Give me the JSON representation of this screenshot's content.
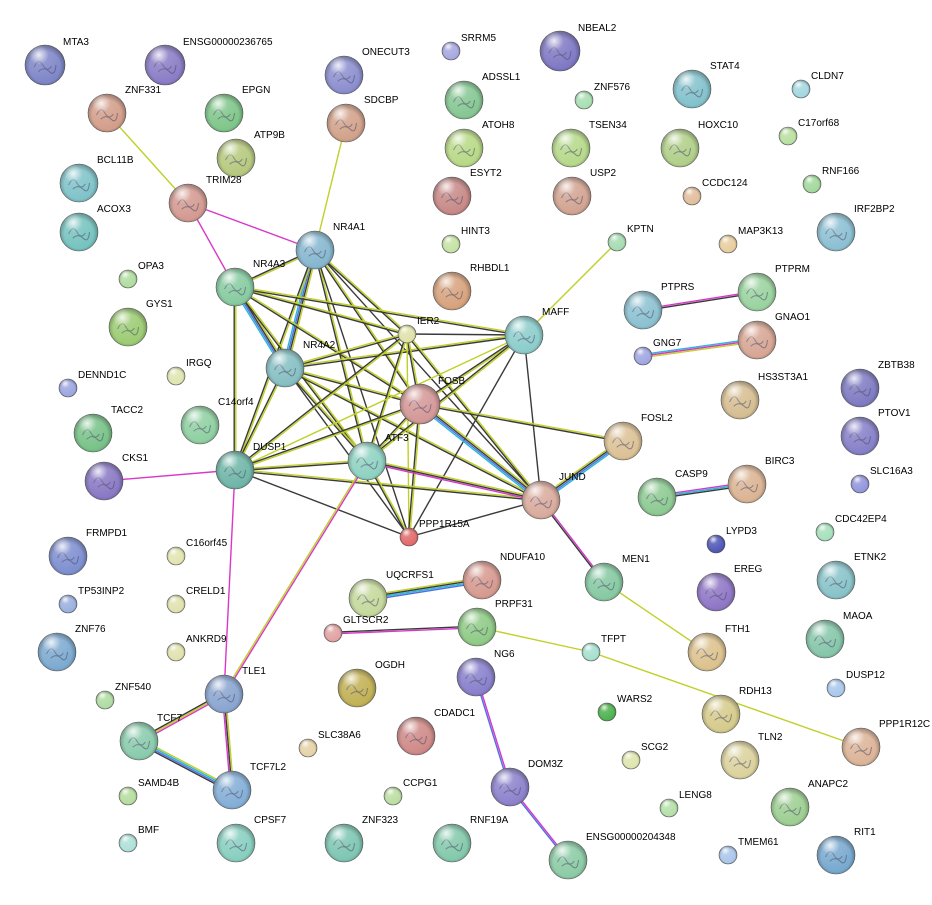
{
  "network": {
    "nodes": [
      {
        "id": "MTA3",
        "label": "MTA3",
        "color": "#7e86c8"
      },
      {
        "id": "ENSG00000236765",
        "label": "ENSG00000236765",
        "color": "#8b7cc6"
      },
      {
        "id": "ONECUT3",
        "label": "ONECUT3",
        "color": "#8c8fcf"
      },
      {
        "id": "SRRM5",
        "label": "SRRM5",
        "color": "#a7a8e0"
      },
      {
        "id": "NBEAL2",
        "label": "NBEAL2",
        "color": "#7f79c4"
      },
      {
        "id": "ZNF331",
        "label": "ZNF331",
        "color": "#d39e8a"
      },
      {
        "id": "EPGN",
        "label": "EPGN",
        "color": "#7fc68a"
      },
      {
        "id": "SDCBP",
        "label": "SDCBP",
        "color": "#d2a28a"
      },
      {
        "id": "ADSSL1",
        "label": "ADSSL1",
        "color": "#86c793"
      },
      {
        "id": "ZNF576",
        "label": "ZNF576",
        "color": "#a9dfb3"
      },
      {
        "id": "STAT4",
        "label": "STAT4",
        "color": "#83c2cc"
      },
      {
        "id": "CLDN7",
        "label": "CLDN7",
        "color": "#a4d7e0"
      },
      {
        "id": "ATP9B",
        "label": "ATP9B",
        "color": "#b6c97e"
      },
      {
        "id": "ATOH8",
        "label": "ATOH8",
        "color": "#b8d987"
      },
      {
        "id": "TSEN34",
        "label": "TSEN34",
        "color": "#b6d98b"
      },
      {
        "id": "HOXC10",
        "label": "HOXC10",
        "color": "#b1cf89"
      },
      {
        "id": "C17orf68",
        "label": "C17orf68",
        "color": "#b9e0a0"
      },
      {
        "id": "BCL11B",
        "label": "BCL11B",
        "color": "#7fc3c9"
      },
      {
        "id": "TRIM28",
        "label": "TRIM28",
        "color": "#d39a91"
      },
      {
        "id": "ESYT2",
        "label": "ESYT2",
        "color": "#c78a87"
      },
      {
        "id": "USP2",
        "label": "USP2",
        "color": "#d2a492"
      },
      {
        "id": "CCDC124",
        "label": "CCDC124",
        "color": "#e2be9c"
      },
      {
        "id": "RNF166",
        "label": "RNF166",
        "color": "#a2d99b"
      },
      {
        "id": "ACOX3",
        "label": "ACOX3",
        "color": "#76c3bf"
      },
      {
        "id": "NR4A1",
        "label": "NR4A1",
        "color": "#86b7cf"
      },
      {
        "id": "HINT3",
        "label": "HINT3",
        "color": "#c5e3a5"
      },
      {
        "id": "KPTN",
        "label": "KPTN",
        "color": "#a6dcb2"
      },
      {
        "id": "MAP3K13",
        "label": "MAP3K13",
        "color": "#e8cd9f"
      },
      {
        "id": "IRF2BP2",
        "label": "IRF2BP2",
        "color": "#8cc0d3"
      },
      {
        "id": "OPA3",
        "label": "OPA3",
        "color": "#b0dda0"
      },
      {
        "id": "NR4A3",
        "label": "NR4A3",
        "color": "#87cba1"
      },
      {
        "id": "RHBDL1",
        "label": "RHBDL1",
        "color": "#d7a37d"
      },
      {
        "id": "GYS1",
        "label": "GYS1",
        "color": "#9ccc73"
      },
      {
        "id": "IER2",
        "label": "IER2",
        "color": "#dfe2a9"
      },
      {
        "id": "MAFF",
        "label": "MAFF",
        "color": "#8ccdcb"
      },
      {
        "id": "PTPRS",
        "label": "PTPRS",
        "color": "#8cc1d1"
      },
      {
        "id": "PTPRM",
        "label": "PTPRM",
        "color": "#9ad39f"
      },
      {
        "id": "GNAO1",
        "label": "GNAO1",
        "color": "#d7a694"
      },
      {
        "id": "GNG7",
        "label": "GNG7",
        "color": "#a0a6e2"
      },
      {
        "id": "NR4A2",
        "label": "NR4A2",
        "color": "#86bfc3"
      },
      {
        "id": "DENND1C",
        "label": "DENND1C",
        "color": "#9da7e0"
      },
      {
        "id": "IRGQ",
        "label": "IRGQ",
        "color": "#e0e5b1"
      },
      {
        "id": "FOSB",
        "label": "FOSB",
        "color": "#d49898"
      },
      {
        "id": "HS3ST3A1",
        "label": "HS3ST3A1",
        "color": "#d6be92"
      },
      {
        "id": "ZBTB38",
        "label": "ZBTB38",
        "color": "#7f7bc2"
      },
      {
        "id": "C14orf4",
        "label": "C14orf4",
        "color": "#8fd0a2"
      },
      {
        "id": "TACC2",
        "label": "TACC2",
        "color": "#78c289"
      },
      {
        "id": "PTOV1",
        "label": "PTOV1",
        "color": "#8680c8"
      },
      {
        "id": "FOSL2",
        "label": "FOSL2",
        "color": "#dcc196"
      },
      {
        "id": "DUSP1",
        "label": "DUSP1",
        "color": "#6fb6a8"
      },
      {
        "id": "ATF3",
        "label": "ATF3",
        "color": "#8fd2c2"
      },
      {
        "id": "CKS1",
        "label": "CKS1",
        "color": "#8978c4"
      },
      {
        "id": "JUND",
        "label": "JUND",
        "color": "#d9ab9d"
      },
      {
        "id": "CASP9",
        "label": "CASP9",
        "color": "#8dca92"
      },
      {
        "id": "BIRC3",
        "label": "BIRC3",
        "color": "#dbb494"
      },
      {
        "id": "SLC16A3",
        "label": "SLC16A3",
        "color": "#9296dc"
      },
      {
        "id": "PPP1R15A",
        "label": "PPP1R15A",
        "color": "#e26b6b"
      },
      {
        "id": "FRMPD1",
        "label": "FRMPD1",
        "color": "#7e8fd0"
      },
      {
        "id": "C16orf45",
        "label": "C16orf45",
        "color": "#e2e5b0"
      },
      {
        "id": "NDUFA10",
        "label": "NDUFA10",
        "color": "#d69a8f"
      },
      {
        "id": "LYPD3",
        "label": "LYPD3",
        "color": "#4f57b8"
      },
      {
        "id": "CDC42EP4",
        "label": "CDC42EP4",
        "color": "#a6e0bb"
      },
      {
        "id": "UQCRFS1",
        "label": "UQCRFS1",
        "color": "#c5d99c"
      },
      {
        "id": "MEN1",
        "label": "MEN1",
        "color": "#86c9a2"
      },
      {
        "id": "EREG",
        "label": "EREG",
        "color": "#8f76c6"
      },
      {
        "id": "ETNK2",
        "label": "ETNK2",
        "color": "#88c3c9"
      },
      {
        "id": "TP53INP2",
        "label": "TP53INP2",
        "color": "#9ab0e0"
      },
      {
        "id": "CRELD1",
        "label": "CRELD1",
        "color": "#e0e2ae"
      },
      {
        "id": "ZNF76",
        "label": "ZNF76",
        "color": "#7daad0"
      },
      {
        "id": "GLTSCR2",
        "label": "GLTSCR2",
        "color": "#e2a2a2"
      },
      {
        "id": "PRPF31",
        "label": "PRPF31",
        "color": "#8fcb86"
      },
      {
        "id": "MAOA",
        "label": "MAOA",
        "color": "#86c6aa"
      },
      {
        "id": "TFPT",
        "label": "TFPT",
        "color": "#a6e0cf"
      },
      {
        "id": "FTH1",
        "label": "FTH1",
        "color": "#dcc28e"
      },
      {
        "id": "ANKRD9",
        "label": "ANKRD9",
        "color": "#e0e2ae"
      },
      {
        "id": "NG6",
        "label": "NG6",
        "color": "#8880cc"
      },
      {
        "id": "OGDH",
        "label": "OGDH",
        "color": "#c2b155"
      },
      {
        "id": "DUSP12",
        "label": "DUSP12",
        "color": "#a9c8ec"
      },
      {
        "id": "TLE1",
        "label": "TLE1",
        "color": "#8aa5d0"
      },
      {
        "id": "ZNF540",
        "label": "ZNF540",
        "color": "#afdca2"
      },
      {
        "id": "WARS2",
        "label": "WARS2",
        "color": "#4db24d"
      },
      {
        "id": "RDH13",
        "label": "RDH13",
        "color": "#d6cb8c"
      },
      {
        "id": "PPP1R12C",
        "label": "PPP1R12C",
        "color": "#dcb498"
      },
      {
        "id": "CDADC1",
        "label": "CDADC1",
        "color": "#cf8a88"
      },
      {
        "id": "TCF7",
        "label": "TCF7",
        "color": "#8acbac"
      },
      {
        "id": "SLC38A6",
        "label": "SLC38A6",
        "color": "#e6d2a9"
      },
      {
        "id": "DOM3Z",
        "label": "DOM3Z",
        "color": "#8c82cc"
      },
      {
        "id": "SCG2",
        "label": "SCG2",
        "color": "#dfe5ad"
      },
      {
        "id": "TLN2",
        "label": "TLN2",
        "color": "#dbd29d"
      },
      {
        "id": "ANAPC2",
        "label": "ANAPC2",
        "color": "#9dcf92"
      },
      {
        "id": "TCF7L2",
        "label": "TCF7L2",
        "color": "#84aed6"
      },
      {
        "id": "SAMD4B",
        "label": "SAMD4B",
        "color": "#b6dd9f"
      },
      {
        "id": "CCPG1",
        "label": "CCPG1",
        "color": "#bcdea2"
      },
      {
        "id": "LENG8",
        "label": "LENG8",
        "color": "#b5e0a8"
      },
      {
        "id": "BMF",
        "label": "BMF",
        "color": "#aee1d9"
      },
      {
        "id": "CPSF7",
        "label": "CPSF7",
        "color": "#88cfc0"
      },
      {
        "id": "ZNF323",
        "label": "ZNF323",
        "color": "#7ec6b3"
      },
      {
        "id": "RNF19A",
        "label": "RNF19A",
        "color": "#84c9ac"
      },
      {
        "id": "ENSG00000204348",
        "label": "ENSG00000204348",
        "color": "#8ccba5"
      },
      {
        "id": "TMEM61",
        "label": "TMEM61",
        "color": "#abc6ea"
      },
      {
        "id": "RIT1",
        "label": "RIT1",
        "color": "#78a9cf"
      }
    ],
    "edges": [
      {
        "source": "ZNF331",
        "target": "TRIM28",
        "colors": [
          "#c0d028"
        ]
      },
      {
        "source": "TRIM28",
        "target": "NR4A1",
        "colors": [
          "#d838c8"
        ]
      },
      {
        "source": "TRIM28",
        "target": "NR4A3",
        "colors": [
          "#d838c8"
        ]
      },
      {
        "source": "SDCBP",
        "target": "NR4A1",
        "colors": [
          "#c0d028"
        ]
      },
      {
        "source": "KPTN",
        "target": "MAFF",
        "colors": [
          "#c0d028"
        ]
      },
      {
        "source": "NR4A1",
        "target": "NR4A3",
        "colors": [
          "#c0d028",
          "#3a3a3a"
        ]
      },
      {
        "source": "NR4A1",
        "target": "NR4A2",
        "colors": [
          "#c0d028",
          "#3a3a3a",
          "#5070e0",
          "#28b8d8"
        ]
      },
      {
        "source": "NR4A1",
        "target": "DUSP1",
        "colors": [
          "#c0d028",
          "#3a3a3a"
        ]
      },
      {
        "source": "NR4A1",
        "target": "ATF3",
        "colors": [
          "#c0d028",
          "#3a3a3a"
        ]
      },
      {
        "source": "NR4A1",
        "target": "FOSB",
        "colors": [
          "#c0d028",
          "#3a3a3a"
        ]
      },
      {
        "source": "NR4A1",
        "target": "IER2",
        "colors": [
          "#c0d028",
          "#3a3a3a"
        ]
      },
      {
        "source": "NR4A1",
        "target": "JUND",
        "colors": [
          "#3a3a3a"
        ]
      },
      {
        "source": "NR4A1",
        "target": "PPP1R15A",
        "colors": [
          "#3a3a3a"
        ]
      },
      {
        "source": "NR4A3",
        "target": "NR4A2",
        "colors": [
          "#c0d028",
          "#3a3a3a",
          "#5070e0",
          "#28b8d8"
        ]
      },
      {
        "source": "NR4A3",
        "target": "DUSP1",
        "colors": [
          "#c0d028",
          "#3a3a3a"
        ]
      },
      {
        "source": "NR4A3",
        "target": "ATF3",
        "colors": [
          "#c0d028",
          "#3a3a3a"
        ]
      },
      {
        "source": "NR4A3",
        "target": "FOSB",
        "colors": [
          "#c0d028",
          "#3a3a3a"
        ]
      },
      {
        "source": "NR4A3",
        "target": "IER2",
        "colors": [
          "#c0d028",
          "#3a3a3a"
        ]
      },
      {
        "source": "NR4A3",
        "target": "MAFF",
        "colors": [
          "#c0d028",
          "#3a3a3a"
        ]
      },
      {
        "source": "NR4A2",
        "target": "DUSP1",
        "colors": [
          "#c0d028",
          "#3a3a3a"
        ]
      },
      {
        "source": "NR4A2",
        "target": "ATF3",
        "colors": [
          "#c0d028",
          "#3a3a3a"
        ]
      },
      {
        "source": "NR4A2",
        "target": "FOSB",
        "colors": [
          "#c0d028",
          "#3a3a3a"
        ]
      },
      {
        "source": "NR4A2",
        "target": "IER2",
        "colors": [
          "#c0d028",
          "#3a3a3a"
        ]
      },
      {
        "source": "NR4A2",
        "target": "JUND",
        "colors": [
          "#c0d028",
          "#3a3a3a"
        ]
      },
      {
        "source": "NR4A2",
        "target": "MAFF",
        "colors": [
          "#c0d028",
          "#3a3a3a"
        ]
      },
      {
        "source": "NR4A2",
        "target": "PPP1R15A",
        "colors": [
          "#3a3a3a"
        ]
      },
      {
        "source": "IER2",
        "target": "MAFF",
        "colors": [
          "#3a3a3a"
        ]
      },
      {
        "source": "IER2",
        "target": "FOSB",
        "colors": [
          "#c0d028",
          "#3a3a3a"
        ]
      },
      {
        "source": "IER2",
        "target": "ATF3",
        "colors": [
          "#c0d028",
          "#3a3a3a"
        ]
      },
      {
        "source": "IER2",
        "target": "DUSP1",
        "colors": [
          "#c0d028",
          "#3a3a3a"
        ]
      },
      {
        "source": "IER2",
        "target": "JUND",
        "colors": [
          "#c0d028",
          "#3a3a3a"
        ]
      },
      {
        "source": "IER2",
        "target": "PPP1R15A",
        "colors": [
          "#c0d028"
        ]
      },
      {
        "source": "MAFF",
        "target": "FOSB",
        "colors": [
          "#c0d028",
          "#3a3a3a"
        ]
      },
      {
        "source": "MAFF",
        "target": "ATF3",
        "colors": [
          "#c0d028",
          "#3a3a3a"
        ]
      },
      {
        "source": "MAFF",
        "target": "JUND",
        "colors": [
          "#3a3a3a"
        ]
      },
      {
        "source": "MAFF",
        "target": "DUSP1",
        "colors": [
          "#c0d028"
        ]
      },
      {
        "source": "MAFF",
        "target": "PPP1R15A",
        "colors": [
          "#3a3a3a"
        ]
      },
      {
        "source": "FOSB",
        "target": "DUSP1",
        "colors": [
          "#c0d028",
          "#3a3a3a"
        ]
      },
      {
        "source": "FOSB",
        "target": "ATF3",
        "colors": [
          "#c0d028",
          "#3a3a3a"
        ]
      },
      {
        "source": "FOSB",
        "target": "JUND",
        "colors": [
          "#c0d028",
          "#3a3a3a",
          "#5070e0",
          "#28b8d8"
        ]
      },
      {
        "source": "FOSB",
        "target": "FOSL2",
        "colors": [
          "#c0d028",
          "#3a3a3a"
        ]
      },
      {
        "source": "FOSB",
        "target": "PPP1R15A",
        "colors": [
          "#c0d028",
          "#3a3a3a"
        ]
      },
      {
        "source": "DUSP1",
        "target": "ATF3",
        "colors": [
          "#c0d028",
          "#3a3a3a"
        ]
      },
      {
        "source": "DUSP1",
        "target": "JUND",
        "colors": [
          "#c0d028",
          "#3a3a3a"
        ]
      },
      {
        "source": "DUSP1",
        "target": "PPP1R15A",
        "colors": [
          "#3a3a3a"
        ]
      },
      {
        "source": "DUSP1",
        "target": "CKS1",
        "colors": [
          "#d838c8"
        ]
      },
      {
        "source": "DUSP1",
        "target": "TLE1",
        "colors": [
          "#d838c8"
        ]
      },
      {
        "source": "ATF3",
        "target": "JUND",
        "colors": [
          "#c0d028",
          "#3a3a3a",
          "#d838c8"
        ]
      },
      {
        "source": "ATF3",
        "target": "PPP1R15A",
        "colors": [
          "#c0d028",
          "#3a3a3a"
        ]
      },
      {
        "source": "ATF3",
        "target": "TLE1",
        "colors": [
          "#d838c8",
          "#c0d028"
        ]
      },
      {
        "source": "JUND",
        "target": "FOSL2",
        "colors": [
          "#c0d028",
          "#3a3a3a",
          "#5070e0",
          "#28b8d8"
        ]
      },
      {
        "source": "JUND",
        "target": "MEN1",
        "colors": [
          "#d838c8",
          "#3a3a3a"
        ]
      },
      {
        "source": "JUND",
        "target": "PPP1R15A",
        "colors": [
          "#3a3a3a"
        ]
      },
      {
        "source": "PTPRS",
        "target": "PTPRM",
        "colors": [
          "#d838c8",
          "#3a3a3a"
        ]
      },
      {
        "source": "GNG7",
        "target": "GNAO1",
        "colors": [
          "#28b8d8",
          "#d838c8",
          "#c0d028"
        ]
      },
      {
        "source": "CASP9",
        "target": "BIRC3",
        "colors": [
          "#d838c8",
          "#28b8d8",
          "#3a3a3a"
        ]
      },
      {
        "source": "MEN1",
        "target": "FTH1",
        "colors": [
          "#c0d028"
        ]
      },
      {
        "source": "UQCRFS1",
        "target": "NDUFA10",
        "colors": [
          "#c0d028",
          "#3a3a3a",
          "#28b8d8",
          "#5070e0"
        ]
      },
      {
        "source": "GLTSCR2",
        "target": "PRPF31",
        "colors": [
          "#3a3a3a",
          "#d838c8"
        ]
      },
      {
        "source": "PRPF31",
        "target": "TFPT",
        "colors": [
          "#c0d028"
        ]
      },
      {
        "source": "TFPT",
        "target": "PPP1R12C",
        "colors": [
          "#c0d028"
        ]
      },
      {
        "source": "NG6",
        "target": "DOM3Z",
        "colors": [
          "#d838c8",
          "#5070e0"
        ]
      },
      {
        "source": "DOM3Z",
        "target": "ENSG00000204348",
        "colors": [
          "#d838c8",
          "#5070e0"
        ]
      },
      {
        "source": "TLE1",
        "target": "TCF7",
        "colors": [
          "#d838c8",
          "#c0d028",
          "#3a3a3a"
        ]
      },
      {
        "source": "TLE1",
        "target": "TCF7L2",
        "colors": [
          "#c0d028",
          "#3a3a3a",
          "#d838c8"
        ]
      },
      {
        "source": "TCF7",
        "target": "TCF7L2",
        "colors": [
          "#c0d028",
          "#28b8d8",
          "#5070e0",
          "#3a3a3a"
        ]
      }
    ]
  }
}
